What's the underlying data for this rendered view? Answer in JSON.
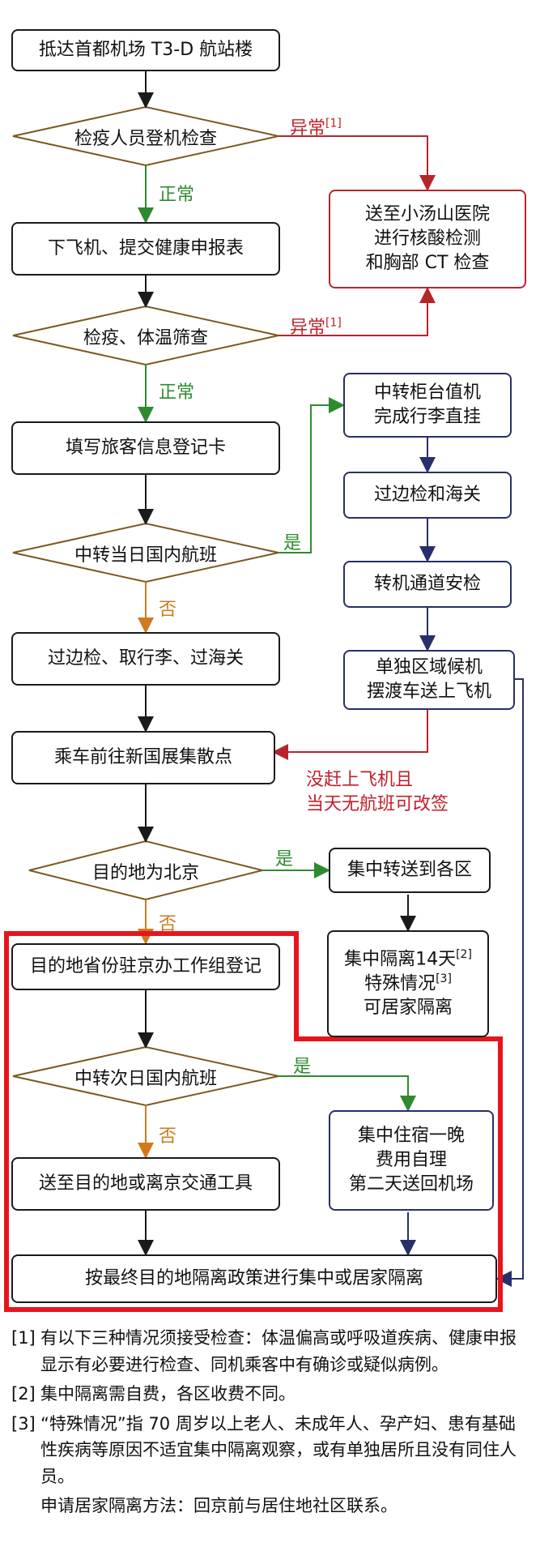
{
  "nodes": {
    "arrive": "抵达首都机场 T3-D 航站楼",
    "board_check": "检疫人员登机检查",
    "deplane": "下飞机、提交健康申报表",
    "temp_screen": "检疫、体温筛查",
    "fill_card": "填写旅客信息登记卡",
    "transfer_same_day": "中转当日国内航班",
    "border_baggage": "过边检、取行李、过海关",
    "bus_expo": "乘车前往新国展集散点",
    "dest_beijing": "目的地为北京",
    "province_register": "目的地省份驻京办工作组登记",
    "transfer_next_day": "中转次日国内航班",
    "send_transport": "送至目的地或离京交通工具",
    "final_quarantine": "按最终目的地隔离政策进行集中或居家隔离",
    "hospital": "送至小汤山医院\n进行核酸检测\n和胸部 CT 检查",
    "transfer_counter": "中转柜台值机\n完成行李直挂",
    "border_customs": "过边检和海关",
    "transfer_security": "转机通道安检",
    "waiting_area": "单独区域候机\n摆渡车送上飞机",
    "district_transfer": "集中转送到各区",
    "central_quarantine_l1": "集中隔离14天",
    "central_quarantine_l2": "特殊情况",
    "central_quarantine_l3": "可居家隔离",
    "central_quarantine_sup1": "[2]",
    "central_quarantine_sup2": "[3]",
    "overnight": "集中住宿一晚\n费用自理\n第二天送回机场"
  },
  "labels": {
    "abnormal": "异常",
    "abnormal_sup": "[1]",
    "normal": "正常",
    "yes": "是",
    "no": "否",
    "missed_l1": "没赶上飞机且",
    "missed_l2": "当天无航班可改签"
  },
  "notes": [
    {
      "num": "[1]",
      "text": "有以下三种情况须接受检查：体温偏高或呼吸道疾病、健康申报显示有必要进行检查、同机乘客中有确诊或疑似病例。"
    },
    {
      "num": "[2]",
      "text": "集中隔离需自费，各区收费不同。"
    },
    {
      "num": "[3]",
      "text": "“特殊情况”指 70 周岁以上老人、未成年人、孕产妇、患有基础性疾病等原因不适宜集中隔离观察，或有单独居所且没有同住人员。"
    },
    {
      "num": "",
      "text": "申请居家隔离方法：回京前与居住地社区联系。"
    }
  ],
  "colors": {
    "black_line": "#1a1a1a",
    "normal_green": "#2f8a2f",
    "abnormal_red": "#b5262b",
    "transfer_navy": "#27306a",
    "no_orange": "#cf7a1e",
    "highlight_red": "#e8141c",
    "diamond_border": "#7a5a22"
  }
}
